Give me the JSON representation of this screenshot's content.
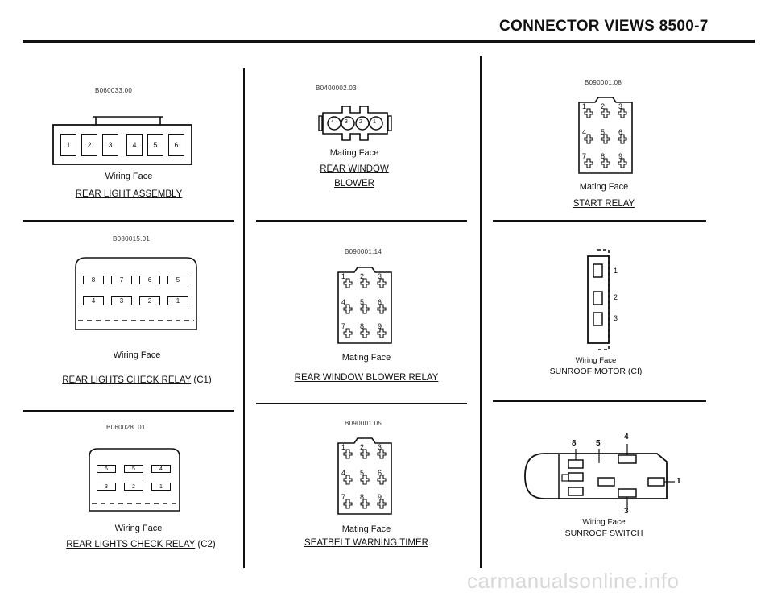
{
  "header": {
    "title": "CONNECTOR VIEWS   8500-7"
  },
  "panels": {
    "p1": {
      "code": "B060033.00",
      "face": "Wiring Face",
      "title": "REAR LIGHT ASSEMBLY",
      "pins": [
        "1",
        "2",
        "3",
        "4",
        "5",
        "6"
      ]
    },
    "p2": {
      "code": "B0400002.03",
      "face": "Mating Face",
      "title1": "REAR WINDOW",
      "title2": "BLOWER",
      "pins": [
        "4",
        "3",
        "2",
        "1"
      ]
    },
    "p3": {
      "code": "B090001.08",
      "face": "Mating Face",
      "title": "START RELAY",
      "pins": [
        "1",
        "2",
        "3",
        "4",
        "5",
        "6",
        "7",
        "8",
        "9"
      ]
    },
    "p4": {
      "code": "B080015.01",
      "face": "Wiring Face",
      "title": "REAR LIGHTS CHECK RELAY",
      "suffix": "(C1)",
      "row1": [
        "8",
        "7",
        "6",
        "5"
      ],
      "row2": [
        "4",
        "3",
        "2",
        "1"
      ]
    },
    "p5": {
      "code": "B090001.14",
      "face": "Mating Face",
      "title": "REAR WINDOW BLOWER RELAY",
      "pins": [
        "1",
        "2",
        "3",
        "4",
        "5",
        "6",
        "7",
        "8",
        "9"
      ]
    },
    "p6": {
      "face": "Wiring Face",
      "title": "SUNROOF MOTOR (CI)",
      "pins": [
        "1",
        "2",
        "3"
      ]
    },
    "p7": {
      "code": "B060028 .01",
      "face": "Wiring Face",
      "title": "REAR LIGHTS CHECK RELAY",
      "suffix": "(C2)",
      "row1": [
        "6",
        "5",
        "4"
      ],
      "row2": [
        "3",
        "2",
        "1"
      ]
    },
    "p8": {
      "code": "B090001.05",
      "face": "Mating Face",
      "title": "SEATBELT WARNING TIMER",
      "pins": [
        "1",
        "2",
        "3",
        "4",
        "5",
        "6",
        "7",
        "8",
        "9"
      ]
    },
    "p9": {
      "face": "Wiring Face",
      "title": "SUNROOF SWITCH",
      "pins": [
        "8",
        "5",
        "4",
        "1",
        "3"
      ]
    }
  },
  "watermark": "carmanualsonline.info"
}
